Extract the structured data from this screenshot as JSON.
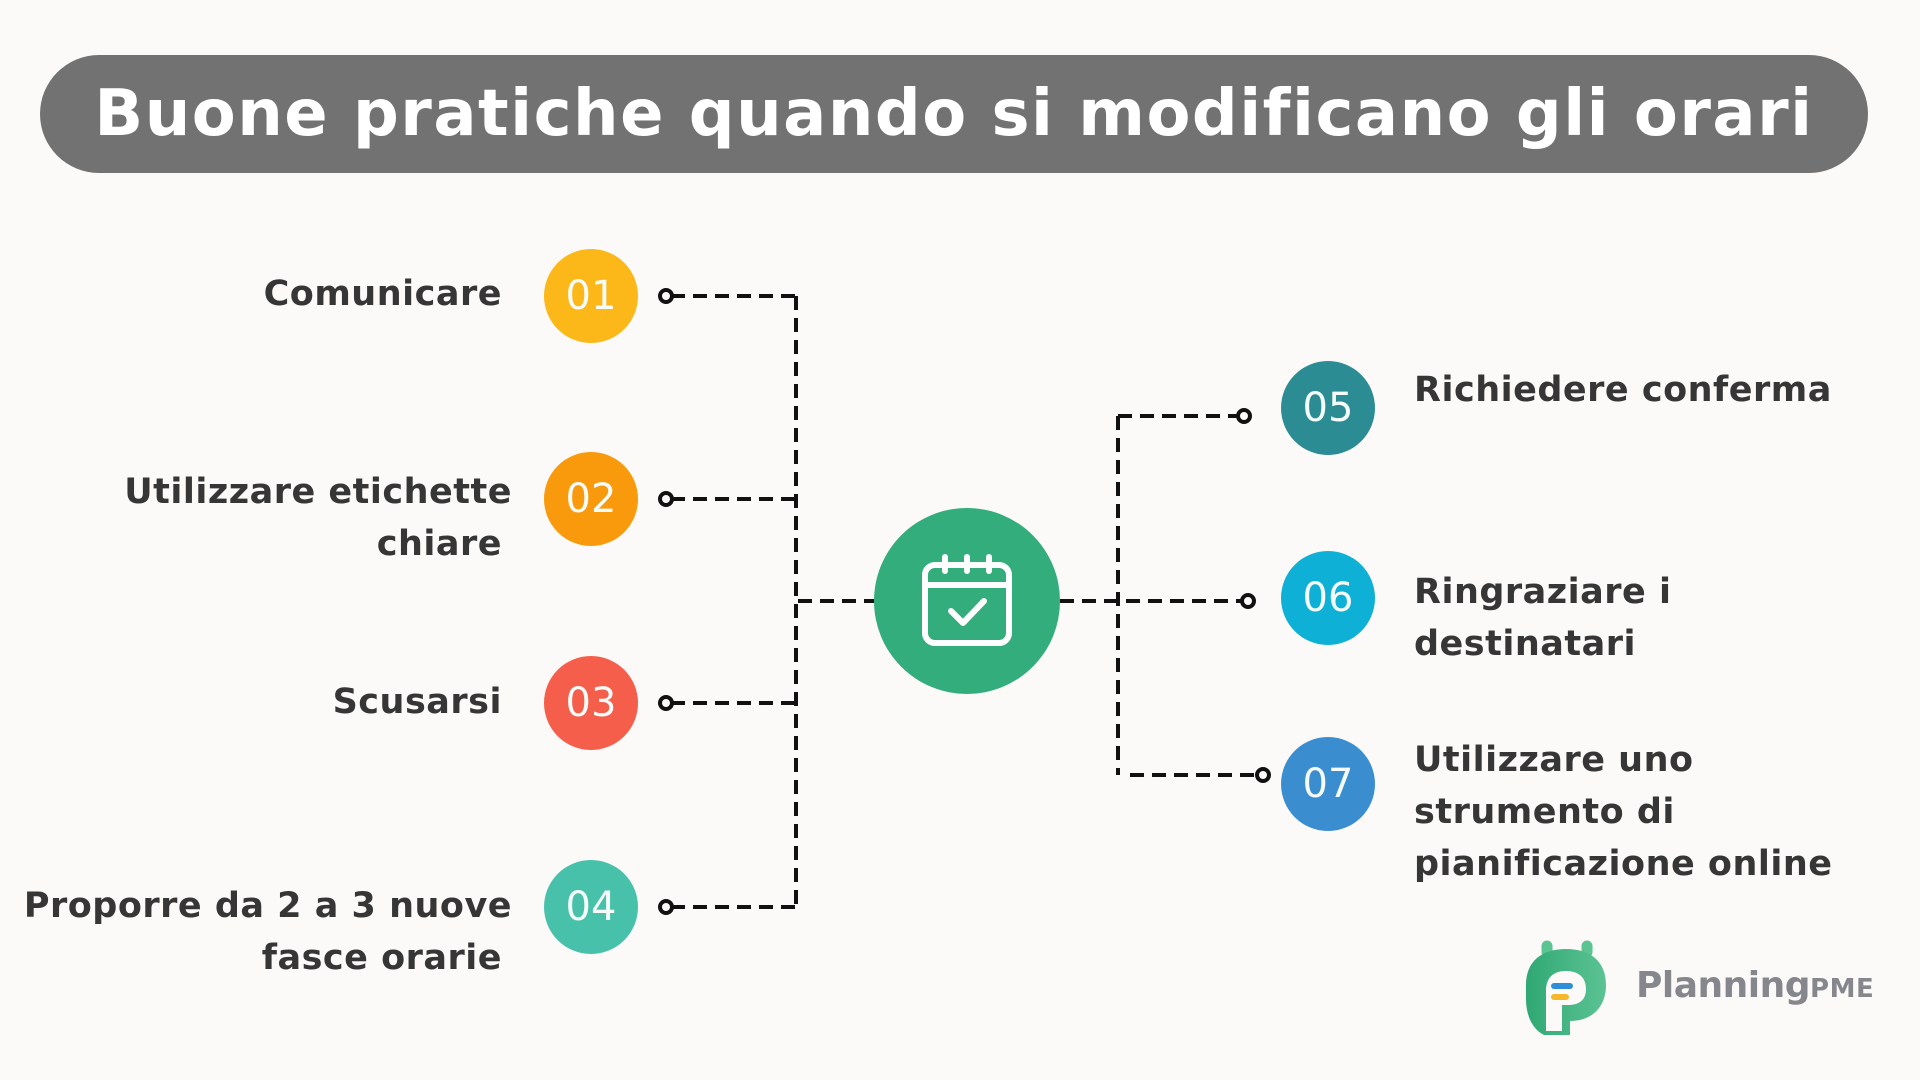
{
  "header": {
    "title": "Buone pratiche quando si modificano gli orari"
  },
  "center": {
    "icon": "calendar-check-icon",
    "color": "#33ad7b"
  },
  "steps": [
    {
      "number": "01",
      "label_lines": [
        "Comunicare"
      ],
      "color": "#fbb818",
      "side": "left"
    },
    {
      "number": "02",
      "label_lines": [
        "Utilizzare etichette",
        "chiare"
      ],
      "color": "#f89a0b",
      "side": "left"
    },
    {
      "number": "03",
      "label_lines": [
        "Scusarsi"
      ],
      "color": "#f55e4a",
      "side": "left"
    },
    {
      "number": "04",
      "label_lines": [
        "Proporre da 2 a 3 nuove",
        "fasce orarie"
      ],
      "color": "#48c1ab",
      "side": "left"
    },
    {
      "number": "05",
      "label_lines": [
        "Richiedere conferma"
      ],
      "color": "#2b8c93",
      "side": "right"
    },
    {
      "number": "06",
      "label_lines": [
        "Ringraziare i",
        "destinatari"
      ],
      "color": "#0fb0d5",
      "side": "right"
    },
    {
      "number": "07",
      "label_lines": [
        "Utilizzare uno",
        "strumento di",
        "pianificazione online"
      ],
      "color": "#3a8ed0",
      "side": "right"
    }
  ],
  "logo": {
    "name_main": "Planning",
    "name_suffix": "PME",
    "icon": "planningpme-logo-icon"
  }
}
